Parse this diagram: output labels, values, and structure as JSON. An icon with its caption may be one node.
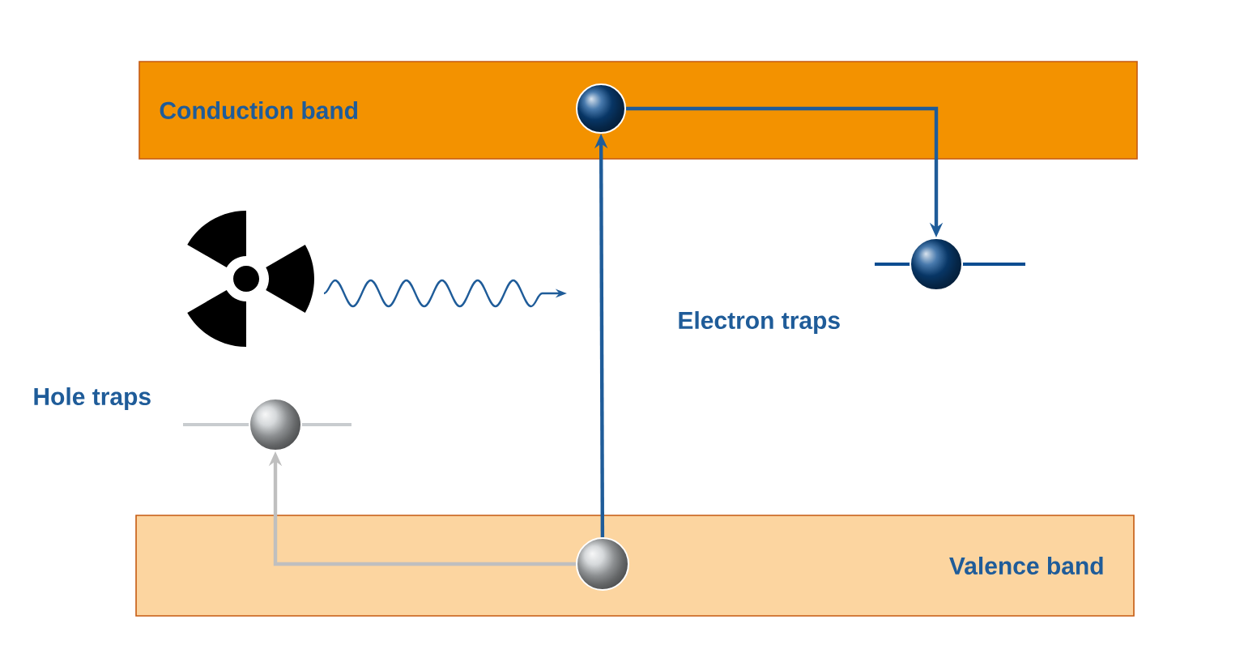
{
  "diagram": {
    "nodes": [
      {
        "text": [
          "Conduction band"
        ]
      },
      {
        "text": [],
        "shape": "circle",
        "in": 0
      },
      {
        "text": [],
        "shape": "circle"
      },
      {
        "text": [],
        "shape": "circle"
      },
      {
        "text": [
          "Valence band"
        ]
      },
      {
        "text": [],
        "shape": "circle",
        "in": 4
      }
    ],
    "edges": [
      {
        "from": 5,
        "to": 1,
        "arrow": "to"
      },
      {
        "from": 1,
        "to": 2,
        "arrow": "to"
      },
      {
        "from": 5,
        "to": 3,
        "arrow": "to",
        "color": "#bfbfbf"
      }
    ],
    "labels": [
      "Electron traps",
      "Hole traps"
    ]
  }
}
